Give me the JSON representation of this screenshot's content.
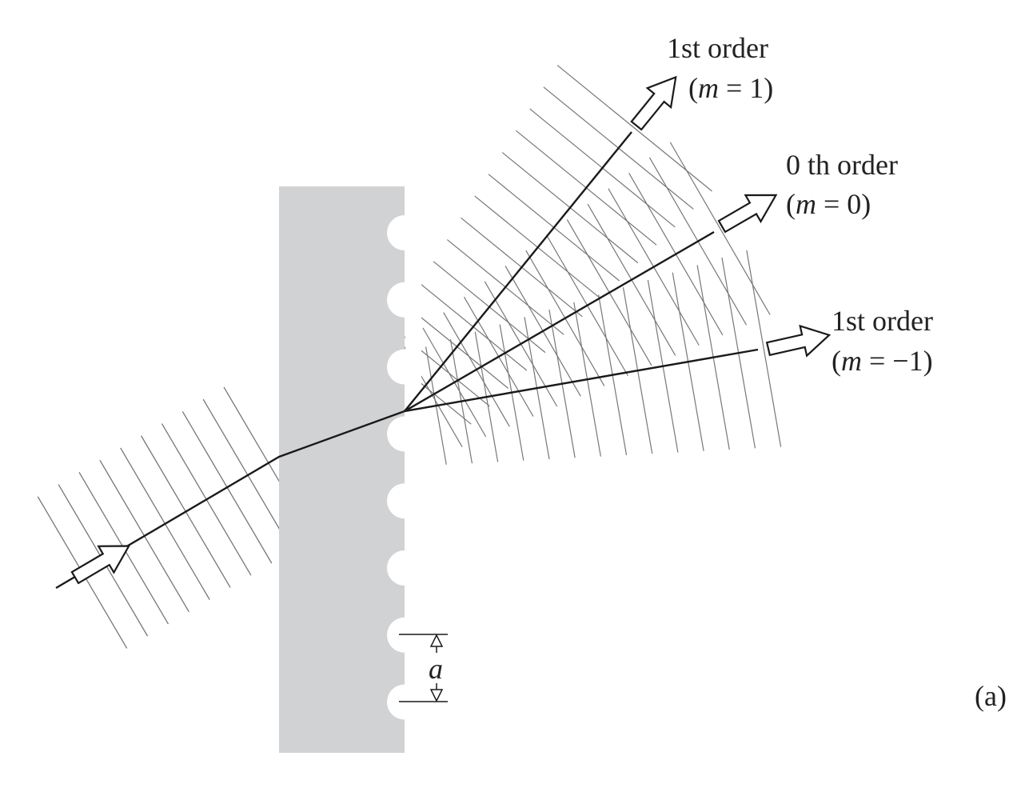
{
  "title": "Diffraction grating orders",
  "labels": {
    "order_plus1": "1st order",
    "order_plus1_eq_var": "m",
    "order_plus1_eq_rest": " = 1)",
    "order_zero": "0 th order",
    "order_zero_eq_var": "m",
    "order_zero_eq_rest": " = 0)",
    "order_minus1": "1st order",
    "order_minus1_eq_var": "m",
    "order_minus1_eq_rest": " = −1)",
    "paren_open": "(",
    "spacing": "a",
    "panel": "(a)"
  },
  "colors": {
    "grating": "#d1d2d4",
    "wavefront": "#777777",
    "ray": "#1a1a1a"
  },
  "orders": [
    {
      "name": "m-plus-1",
      "m": 1
    },
    {
      "name": "m-zero",
      "m": 0
    },
    {
      "name": "m-minus-1",
      "m": -1
    }
  ]
}
